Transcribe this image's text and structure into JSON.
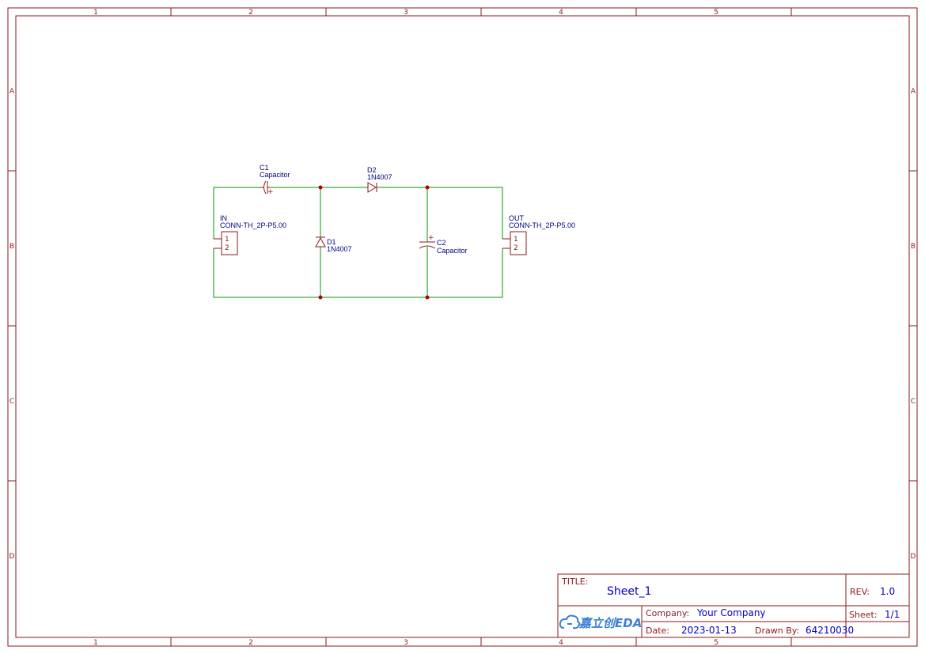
{
  "frame": {
    "columns": [
      "1",
      "2",
      "3",
      "4",
      "5"
    ],
    "rows": [
      "A",
      "B",
      "C",
      "D"
    ]
  },
  "components": {
    "c1": {
      "ref": "C1",
      "value": "Capacitor",
      "polarity": "+"
    },
    "c2": {
      "ref": "C2",
      "value": "Capacitor",
      "polarity": "+"
    },
    "d1": {
      "ref": "D1",
      "value": "1N4007"
    },
    "d2": {
      "ref": "D2",
      "value": "1N4007"
    },
    "conn_in": {
      "ref": "IN",
      "value": "CONN-TH_2P-P5.00",
      "pin1": "1",
      "pin2": "2"
    },
    "conn_out": {
      "ref": "OUT",
      "value": "CONN-TH_2P-P5.00",
      "pin1": "1",
      "pin2": "2"
    }
  },
  "title_block": {
    "title_label": "TITLE:",
    "title_value": "Sheet_1",
    "rev_label": "REV:",
    "rev_value": "1.0",
    "company_label": "Company:",
    "company_value": "Your Company",
    "sheet_label": "Sheet:",
    "sheet_value": "1/1",
    "date_label": "Date:",
    "date_value": "2023-01-13",
    "drawn_label": "Drawn By:",
    "drawn_value": "64210030",
    "logo_text": "嘉立创EDA"
  },
  "colors": {
    "frame": "#8b1a1a",
    "wire": "#009900",
    "component": "#8b1a1a",
    "junction": "#b00000",
    "text_ref": "#000080",
    "title_value": "#0000cc",
    "logo": "#3d7fd4"
  }
}
